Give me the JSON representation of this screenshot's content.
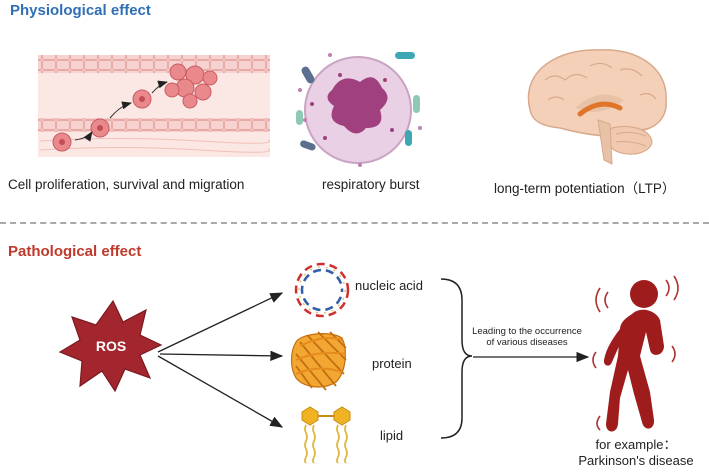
{
  "physiological": {
    "title": "Physiological effect",
    "items": [
      {
        "caption": "Cell proliferation, survival and migration"
      },
      {
        "caption": "respiratory burst"
      },
      {
        "caption": "long-term potentiation（LTP）"
      }
    ]
  },
  "pathological": {
    "title": "Pathological effect",
    "source": "ROS",
    "targets": [
      {
        "label": "nucleic acid"
      },
      {
        "label": "protein"
      },
      {
        "label": "lipid"
      }
    ],
    "outcome_line1": "Leading to the occurrence",
    "outcome_line2": "of various diseases",
    "example_line1": "for example：",
    "example_line2": "Parkinson's disease"
  },
  "colors": {
    "physio_title": "#2f6fb5",
    "patho_title": "#c0392b",
    "ros_burst": "#a3262e",
    "figure": "#9e1c1c",
    "protein": "#d9861c",
    "lipid_head": "#f0b323"
  }
}
